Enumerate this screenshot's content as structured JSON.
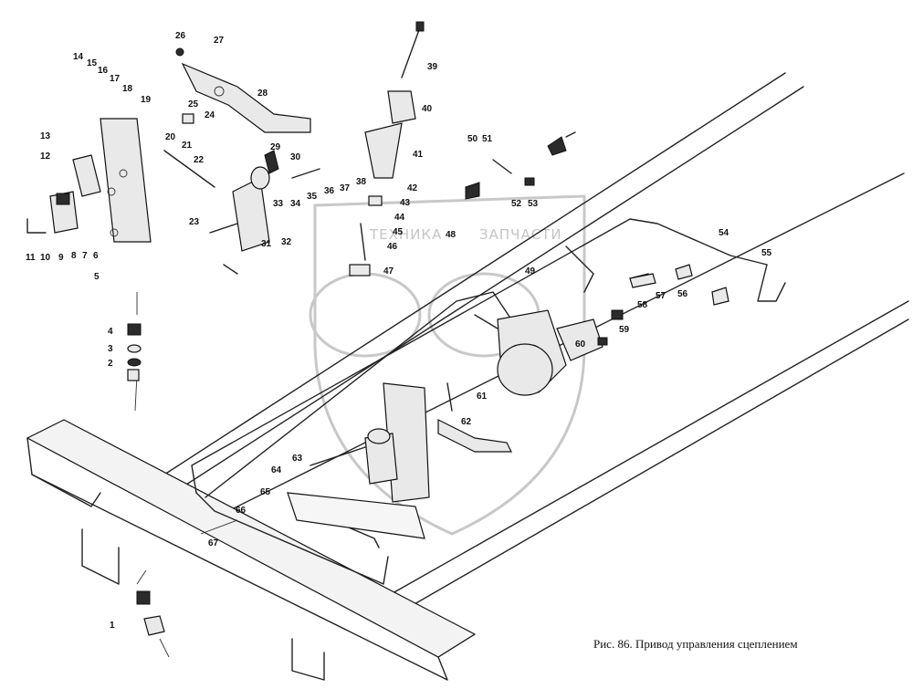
{
  "caption": "Рис. 86. Привод управления сцеплением",
  "watermark": {
    "line1": "ТЕХНИКА",
    "line2": "ЗАПЧАСТИ"
  },
  "callouts": [
    "1",
    "2",
    "3",
    "4",
    "5",
    "6",
    "7",
    "8",
    "9",
    "10",
    "11",
    "12",
    "13",
    "14",
    "15",
    "16",
    "17",
    "18",
    "19",
    "20",
    "21",
    "22",
    "23",
    "24",
    "25",
    "26",
    "27",
    "28",
    "29",
    "30",
    "31",
    "32",
    "33",
    "34",
    "35",
    "36",
    "37",
    "38",
    "39",
    "40",
    "41",
    "42",
    "43",
    "44",
    "45",
    "46",
    "47",
    "48",
    "49",
    "50",
    "51",
    "52",
    "53",
    "54",
    "55",
    "56",
    "57",
    "58",
    "59",
    "60",
    "61",
    "62",
    "63",
    "64",
    "65",
    "66",
    "67"
  ]
}
